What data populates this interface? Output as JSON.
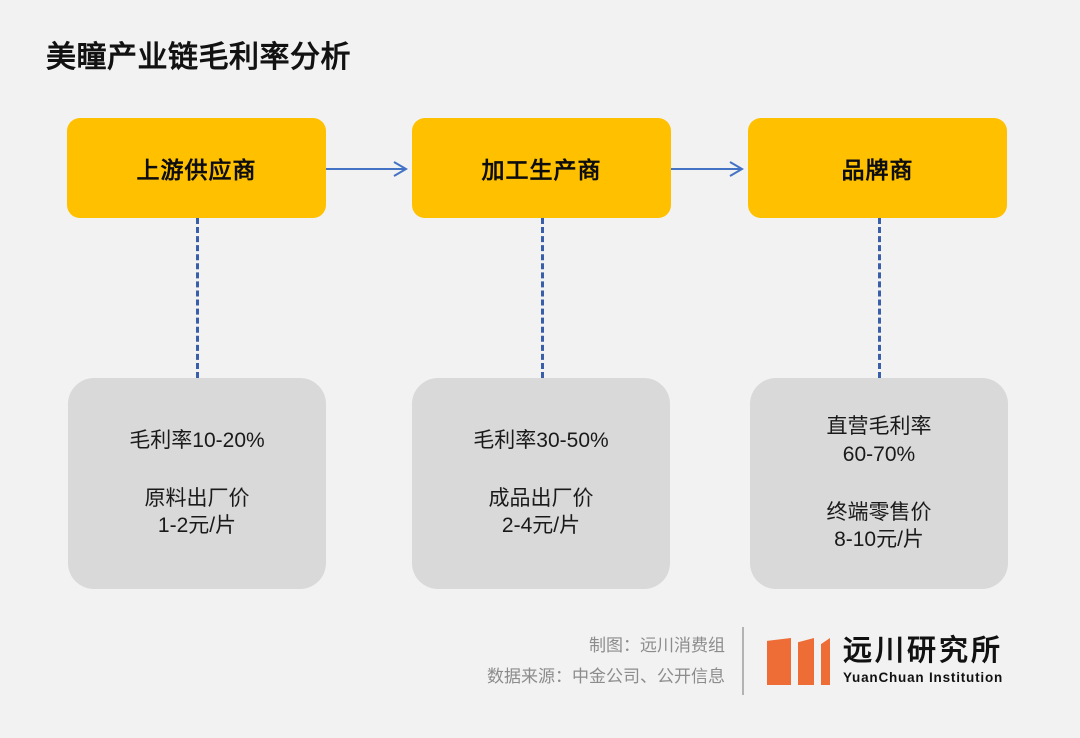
{
  "page": {
    "title": "美瞳产业链毛利率分析",
    "background_color": "#F2F2F2"
  },
  "colors": {
    "stage_box": "#FFC000",
    "detail_box": "#D9D9D9",
    "arrow": "#4472C4",
    "dashed_connector": "#3A5FA8",
    "logo_mark": "#EE6C35",
    "credit_text": "#8C8C8C"
  },
  "chain": {
    "stages": [
      {
        "label": "上游供应商"
      },
      {
        "label": "加工生产商"
      },
      {
        "label": "品牌商"
      }
    ],
    "details": [
      {
        "margin": "毛利率10-20%",
        "price": "原料出厂价\n1-2元/片"
      },
      {
        "margin": "毛利率30-50%",
        "price": "成品出厂价\n2-4元/片"
      },
      {
        "margin": "直营毛利率\n60-70%",
        "price": "终端零售价\n8-10元/片"
      }
    ]
  },
  "footer": {
    "credit": "制图：远川消费组",
    "source": "数据来源：中金公司、公开信息",
    "logo": {
      "name_cn": "远川研究所",
      "name_en": "YuanChuan Institution"
    }
  }
}
